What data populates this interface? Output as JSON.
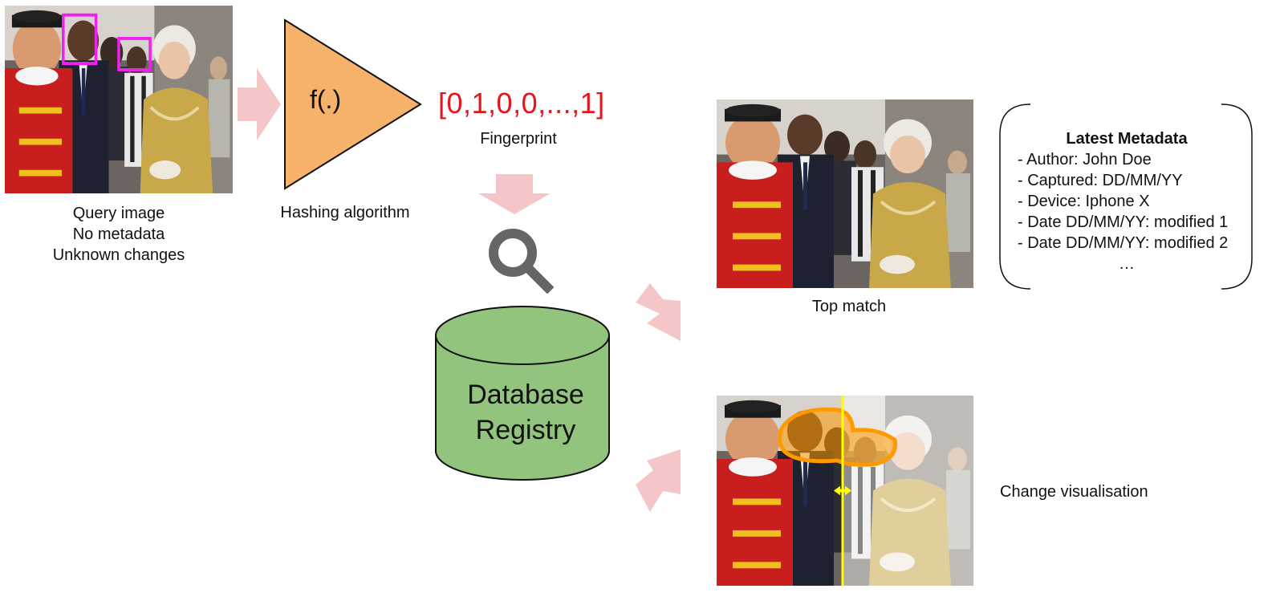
{
  "query": {
    "lines": [
      "Query image",
      "No metadata",
      "Unknown changes"
    ]
  },
  "hashing": {
    "function_label": "f(.)",
    "caption": "Hashing algorithm"
  },
  "fingerprint": {
    "value": "[0,1,0,0,...,1]",
    "caption": "Fingerprint"
  },
  "database": {
    "line1": "Database",
    "line2": "Registry"
  },
  "top_match": {
    "caption": "Top match"
  },
  "metadata": {
    "title": "Latest Metadata",
    "items": [
      "- Author: John Doe",
      "- Captured: DD/MM/YY",
      "- Device: Iphone X",
      "- Date DD/MM/YY: modified 1",
      "- Date DD/MM/YY: modified 2",
      "…"
    ]
  },
  "change": {
    "caption": "Change visualisation"
  },
  "colors": {
    "arrow": "#f4c6c8",
    "triangle": "#f6b26b",
    "database": "#93c47d",
    "fingerprint": "#e8141c",
    "boxes": "#ee22ee",
    "highlight": "#ff9900",
    "divider": "#ffff00"
  },
  "icons": {
    "search": "magnifier-icon"
  }
}
